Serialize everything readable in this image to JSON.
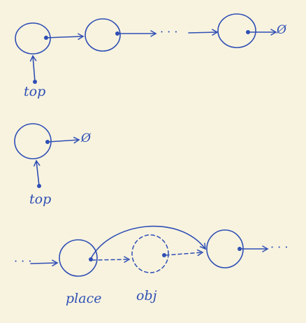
{
  "diagram": {
    "ink_color": "#2f4fb5",
    "paper_color": "#f8f3df",
    "row1": {
      "ellipsis": "· · ·",
      "null_symbol": "Ø",
      "pointer_label": "top"
    },
    "row2": {
      "null_symbol": "Ø",
      "pointer_label": "top"
    },
    "row3": {
      "leading_ellipsis": "· · ·",
      "trailing_ellipsis": "· · ·",
      "place_label": "place",
      "obj_label": "obj"
    }
  }
}
